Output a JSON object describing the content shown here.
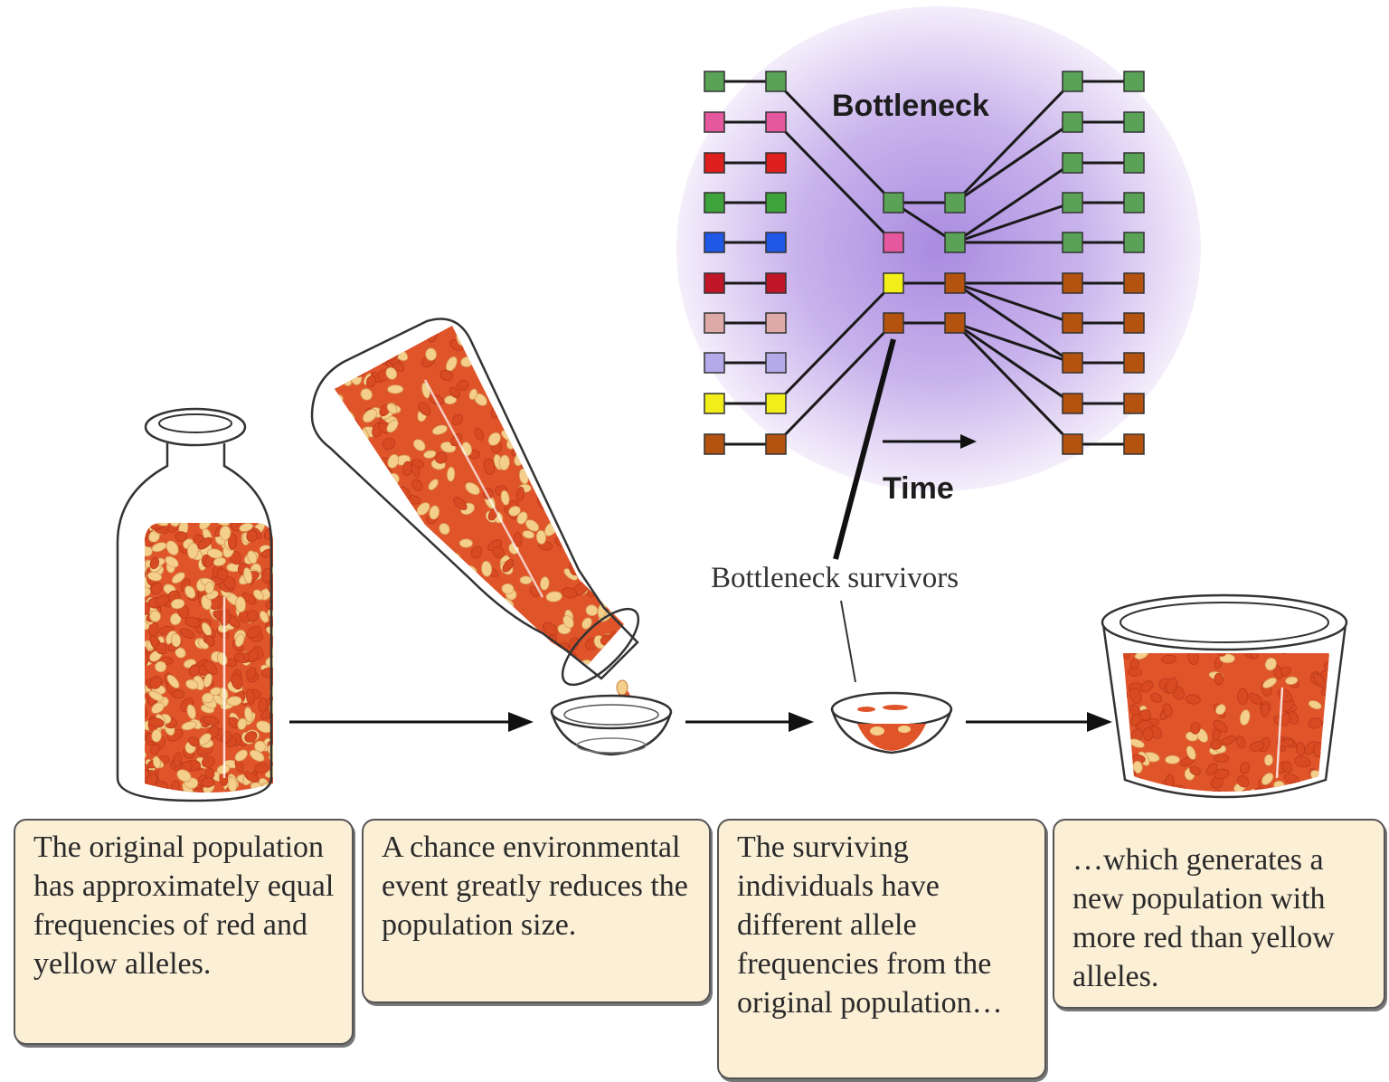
{
  "labels": {
    "bottleneck": "Bottleneck",
    "time": "Time",
    "survivors": "Bottleneck survivors"
  },
  "captions": [
    "The original population has approximately equal frequencies of red and yellow alleles.",
    "A chance environmental event greatly reduces the population size.",
    "The surviving individuals have different allele frequencies from the original population…",
    "…which generates a new population with more red than yellow alleles."
  ],
  "colors": {
    "halo": "#c9b3ec",
    "bean_red": "#e0542a",
    "bean_yellow": "#f3cf8b",
    "caption_bg": "#fbefd6",
    "allele_original": [
      "#5aa356",
      "#e6589e",
      "#df1e1e",
      "#3ea33a",
      "#1f57e6",
      "#c01628",
      "#ddaaa8",
      "#b4aaea",
      "#f2ee1a",
      "#b4520f"
    ],
    "allele_bottleneck": [
      "#5aa356",
      "#e6589e",
      "#f2ee1a",
      "#b4520f"
    ],
    "allele_descendants": [
      "#5aa356",
      "#5aa356",
      "#5aa356",
      "#5aa356",
      "#5aa356",
      "#b4520f",
      "#b4520f",
      "#b4520f",
      "#b4520f",
      "#b4520f"
    ]
  }
}
